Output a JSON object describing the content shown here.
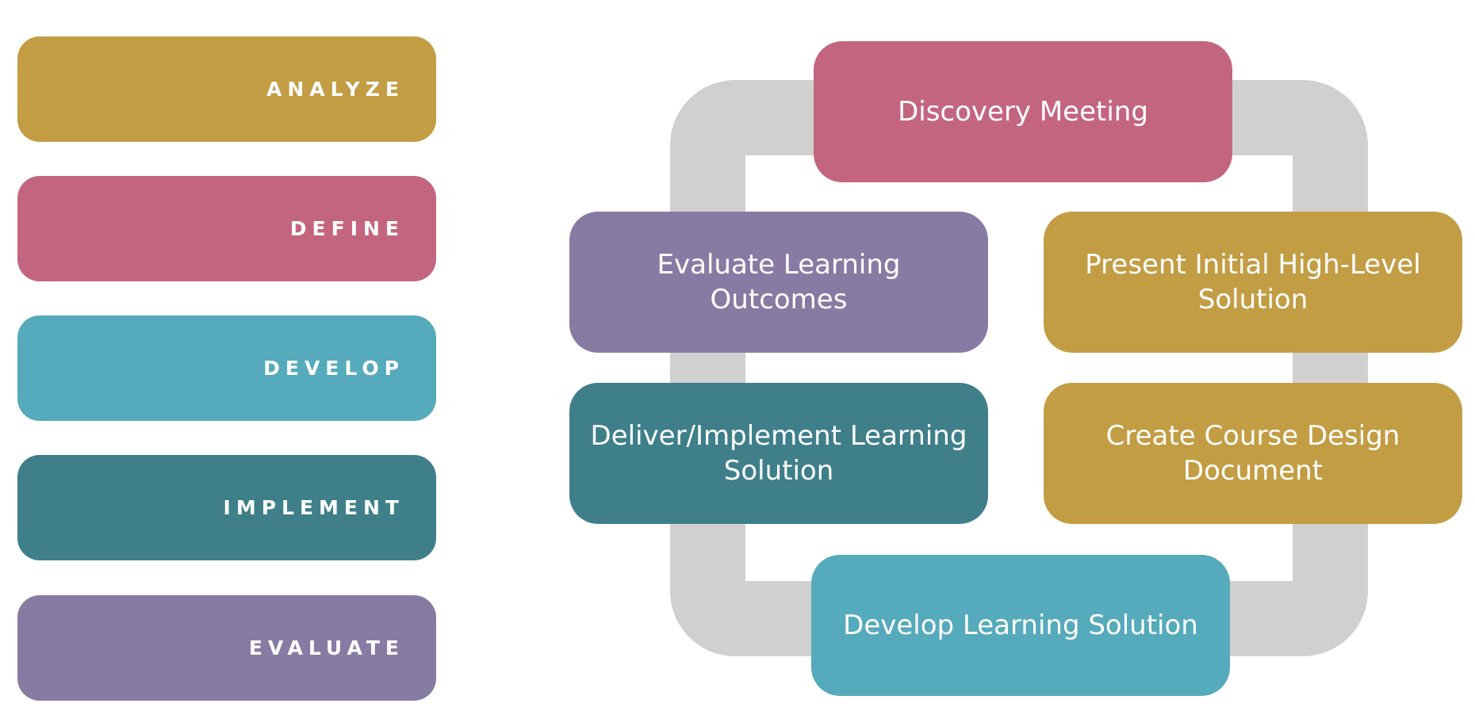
{
  "phases": [
    {
      "label": "ANALYZE",
      "color": "#c29d44"
    },
    {
      "label": "DEFINE",
      "color": "#c4657f"
    },
    {
      "label": "DEVELOP",
      "color": "#55aabb"
    },
    {
      "label": "IMPLEMENT",
      "color": "#3e7f8a"
    },
    {
      "label": "EVALUATE",
      "color": "#887ba3"
    }
  ],
  "cycle": {
    "ring_color": "#d0d0d0",
    "steps": [
      {
        "label": "Discovery Meeting",
        "color": "#c4657f"
      },
      {
        "label": "Present Initial High-Level Solution",
        "color": "#c29d44"
      },
      {
        "label": "Create Course Design Document",
        "color": "#c29d44"
      },
      {
        "label": "Develop Learning Solution",
        "color": "#55aabb"
      },
      {
        "label": "Deliver/Implement Learning Solution",
        "color": "#3e7f8a"
      },
      {
        "label": "Evaluate Learning Outcomes",
        "color": "#887ba3"
      }
    ]
  }
}
